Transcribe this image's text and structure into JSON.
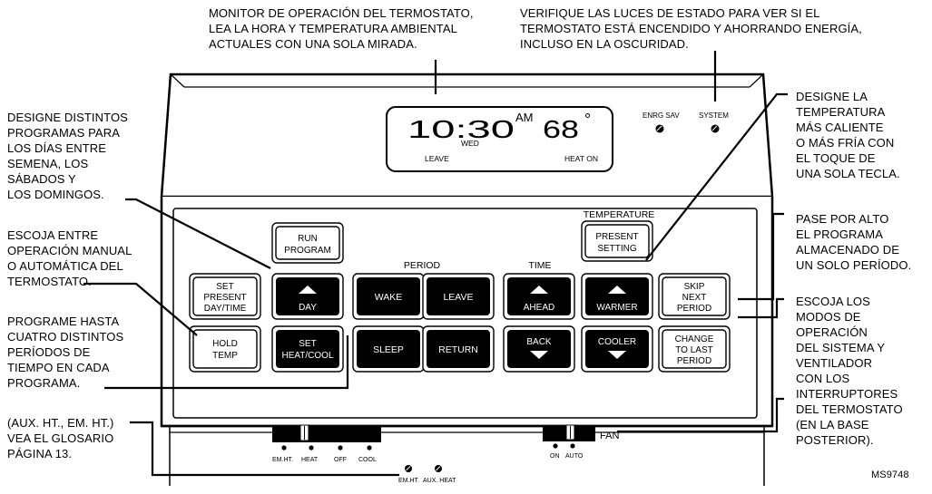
{
  "callouts": {
    "monitor": "MONITOR DE OPERACIÓN DEL TERMOSTATO,\nLEA LA HORA Y TEMPERATURA AMBIENTAL\nACTUALES CON UNA SOLA MIRADA.",
    "status": "VERIFIQUE LAS LUCES DE ESTADO PARA VER SI EL\nTERMOSTATO ESTÁ ENCENDIDO Y AHORRANDO ENERGÍA,\nINCLUSO EN LA OSCURIDAD.",
    "programs": "DESIGNE DISTINTOS\nPROGRAMAS PARA\nLOS DÍAS ENTRE\nSEMENA, LOS\nSÁBADOS Y\nLOS DOMINGOS.",
    "manual": "ESCOJA ENTRE\nOPERACIÓN MANUAL\nO AUTOMÁTICA DEL\nTERMOSTATO.",
    "periods": "PROGRAME HASTA\nCUATRO DISTINTOS\nPERÍODOS DE\nTIEMPO EN CADA\nPROGRAMA.",
    "aux": "(AUX. HT., EM. HT.)\nVEA EL GLOSARIO\nPÁGINA 13.",
    "temperature": "DESIGNE LA\nTEMPERATURA\nMÁS CALIENTE\nO MÁS FRÍA CON\nEL TOQUE DE\nUNA SOLA TECLA.",
    "skip": "PASE POR ALTO\nEL PROGRAMA\nALMACENADO DE\nUN SOLO PERÍODO.",
    "modes": "ESCOJA LOS\nMODOS DE\nOPERACIÓN\nDEL SISTEMA Y\nVENTILADOR\nCON LOS\nINTERRUPTORES\nDEL TERMOSTATO\n(EN LA BASE\nPOSTERIOR)."
  },
  "display": {
    "time": "10:30",
    "ampm": "AM",
    "temp": "68",
    "degree": "°",
    "day": "WED",
    "leave": "LEAVE",
    "heat_on": "HEAT ON"
  },
  "indicators": {
    "energy_saving": "ENRG SAV",
    "system": "SYSTEM"
  },
  "groups": {
    "temperature": "TEMPERATURE",
    "period": "PERIOD",
    "time": "TIME"
  },
  "buttons": {
    "run_program": [
      "RUN",
      "PROGRAM"
    ],
    "present_setting": [
      "PRESENT",
      "SETTING"
    ],
    "set_present": [
      "SET",
      "PRESENT",
      "DAY/TIME"
    ],
    "day": "DAY",
    "wake": "WAKE",
    "leave": "LEAVE",
    "ahead": "AHEAD",
    "warmer": "WARMER",
    "skip_next": [
      "SKIP",
      "NEXT",
      "PERIOD"
    ],
    "hold_temp": [
      "HOLD",
      "TEMP"
    ],
    "set_heat_cool": [
      "SET",
      "HEAT/COOL"
    ],
    "sleep": "SLEEP",
    "return": "RETURN",
    "back": "BACK",
    "cooler": "COOLER",
    "change_last": [
      "CHANGE",
      "TO LAST",
      "PERIOD"
    ]
  },
  "switches": {
    "system_positions": [
      "EM.HT.",
      "HEAT",
      "OFF",
      "COOL"
    ],
    "fan_label": "FAN",
    "fan_positions": [
      "ON",
      "AUTO"
    ]
  },
  "lights": {
    "em_ht": "EM.HT.",
    "aux_heat": "AUX. HEAT"
  },
  "figure_code": "MS9748"
}
